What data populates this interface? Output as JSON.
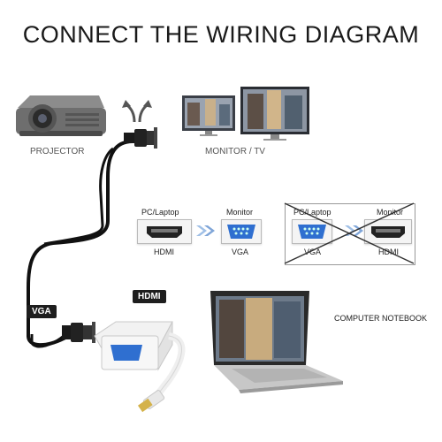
{
  "title": "CONNECT THE WIRING DIAGRAM",
  "devices": {
    "projector": "PROJECTOR",
    "monitor_tv": "MONITOR  /  TV",
    "notebook": "COMPUTER NOTEBOOK"
  },
  "flow_supported": {
    "source": "PC/Laptop",
    "target": "Monitor",
    "source_port": "HDMI",
    "target_port": "VGA"
  },
  "flow_unsupported": {
    "source": "PC/Laptop",
    "target": "Monitor",
    "source_port": "VGA",
    "target_port": "HDMI"
  },
  "cable_labels": {
    "hdmi": "HDMI",
    "vga": "VGA"
  },
  "colors": {
    "arrow": "#9fbfe6",
    "vga_port": "#2f6fd0",
    "badge": "#1e1e1e",
    "cable": "#111111",
    "adapter": "#f2f2f2"
  }
}
